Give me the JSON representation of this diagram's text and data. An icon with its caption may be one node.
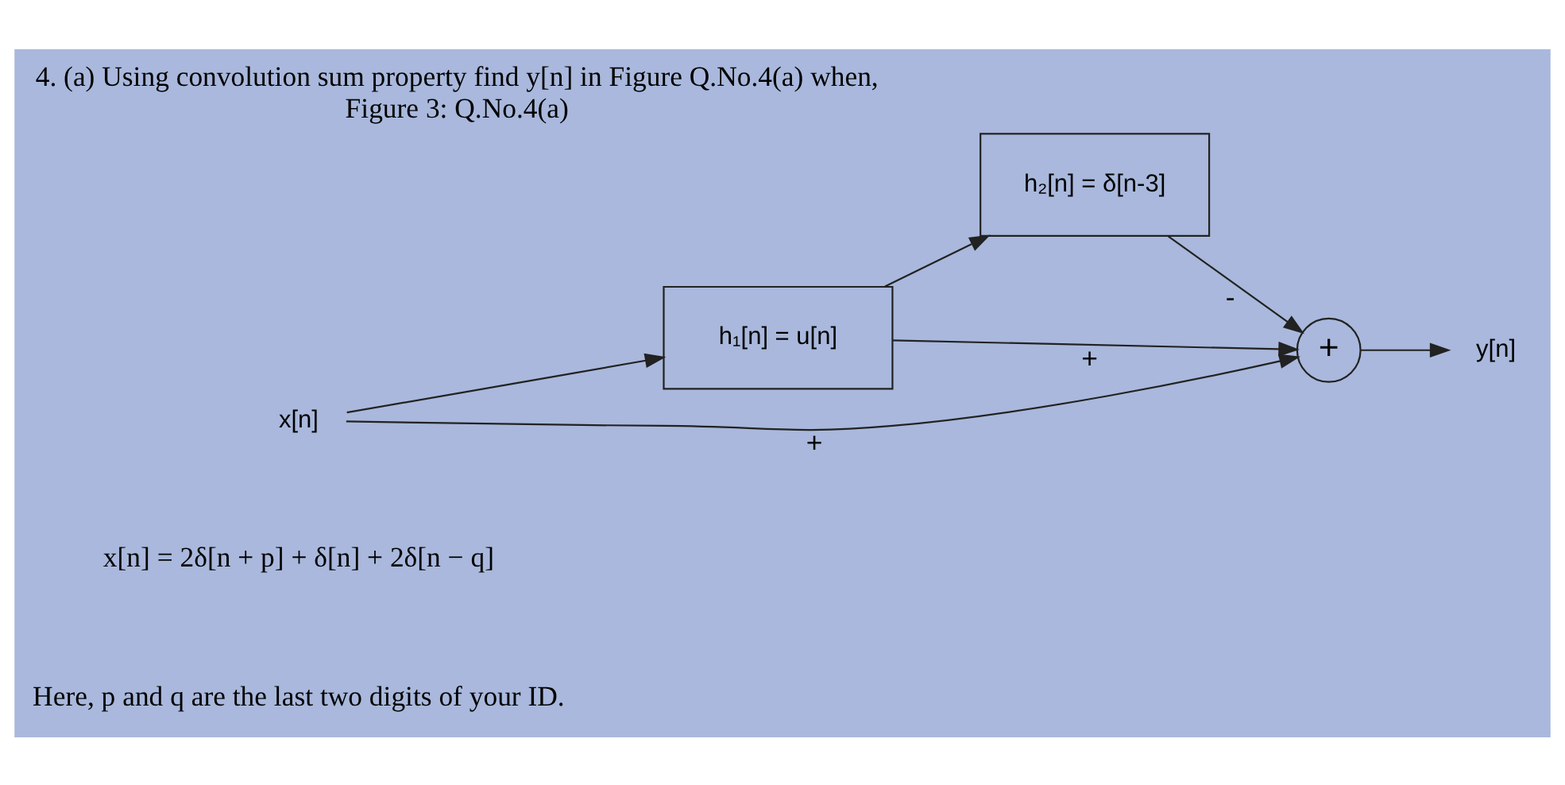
{
  "diagram": {
    "title": "4. (a) Using convolution sum property find y[n] in Figure Q.No.4(a) when,",
    "caption": "Figure 3: Q.No.4(a)",
    "nodes": [
      {
        "text": [
          "x[n]"
        ]
      },
      {
        "text": [
          "h₁[n] = u[n]"
        ]
      },
      {
        "text": [
          "h₂[n] = δ[n-3]"
        ]
      },
      {
        "text": [
          "+"
        ]
      },
      {
        "text": [
          "y[n]"
        ]
      }
    ],
    "edges": [
      {
        "from": 0,
        "to": 3,
        "arrow": "to",
        "label": "+"
      },
      {
        "from": 0,
        "to": 1,
        "arrow": "to"
      },
      {
        "from": 1,
        "to": 2,
        "arrow": "to"
      },
      {
        "from": 2,
        "to": 3,
        "arrow": "to",
        "label": "-"
      },
      {
        "from": 1,
        "to": 3,
        "arrow": "to",
        "label": "+"
      },
      {
        "from": 3,
        "to": 4,
        "arrow": "to"
      }
    ],
    "labels": [
      "x[n] = 2δ[n + p] + δ[n] + 2δ[n − q]",
      "Here, p and q are the last two digits of your ID."
    ]
  }
}
